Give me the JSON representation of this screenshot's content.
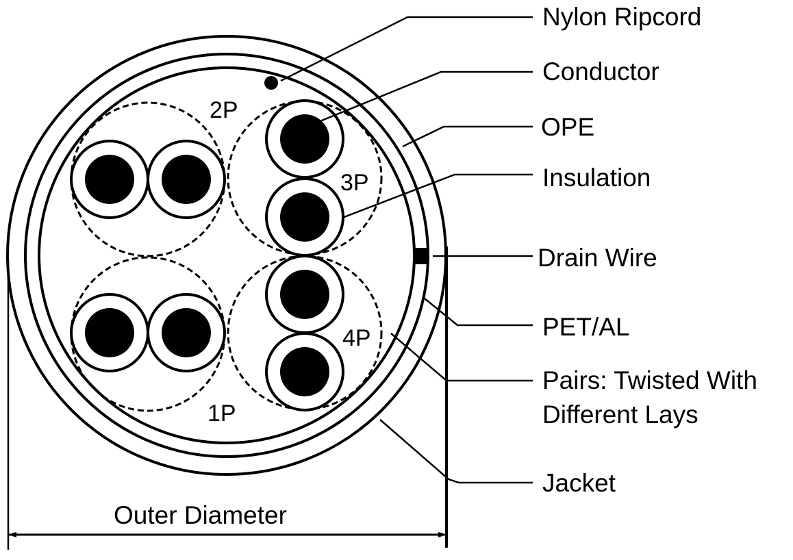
{
  "diagram": {
    "title": "Cable cross-section",
    "labels": {
      "nylon_ripcord": "Nylon Ripcord",
      "conductor": "Conductor",
      "ope": "OPE",
      "insulation": "Insulation",
      "drain_wire": "Drain Wire",
      "pet_al": "PET/AL",
      "pairs_line1": "Pairs: Twisted With",
      "pairs_line2": "Different Lays",
      "jacket": "Jacket",
      "outer_diameter": "Outer Diameter"
    },
    "pairs": [
      {
        "id": "1P",
        "label": "1P"
      },
      {
        "id": "2P",
        "label": "2P"
      },
      {
        "id": "3P",
        "label": "3P"
      },
      {
        "id": "4P",
        "label": "4P"
      }
    ],
    "colors": {
      "stroke": "#000000",
      "background": "#ffffff"
    }
  }
}
